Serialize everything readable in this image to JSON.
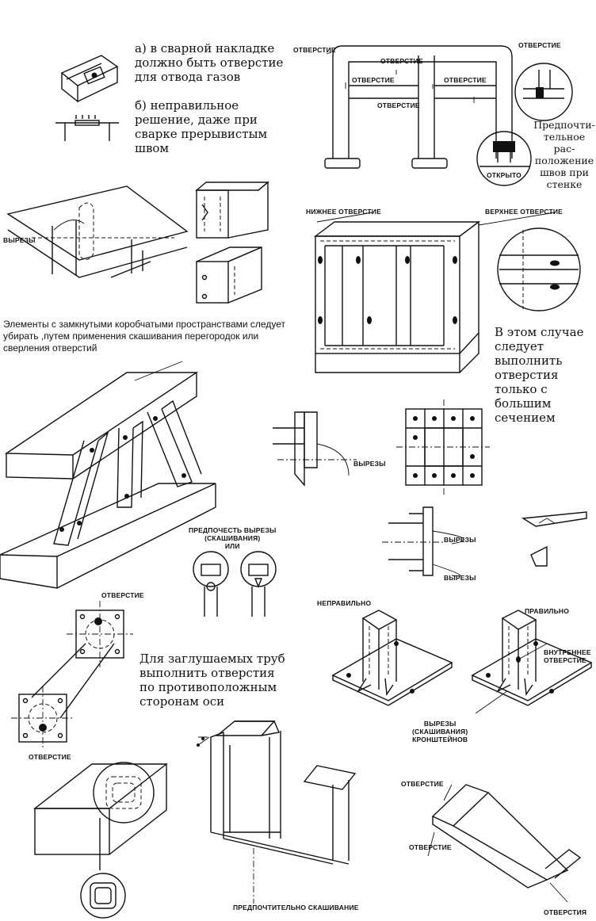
{
  "texts": {
    "a_note": "а) в сварной накладке\nдолжно быть отверстие\nдля отвода газов",
    "b_note": "б) неправильное\nрешение, даже при\nсварке прерывистым\nшвом",
    "otv_top_left": "ОТВЕРСТИЕ",
    "otv_top_right": "ОТВЕРСТИЕ",
    "otv_frame_1": "ОТВЕРСТИЕ",
    "otv_frame_2": "ОТВЕРСТИЕ",
    "otv_frame_3": "ОТВЕРСТИЕ",
    "otv_frame_4": "ОТВЕРСТИЕ",
    "otkryto": "ОТКРЫТО",
    "pref_weld": "Предпочти-\nтельное рас-\nположение\nшвов при\nстенке",
    "vyrezy_1": "ВЫРЕЗЫ",
    "lower_hole": "НИЖНЕЕ ОТВЕРСТИЕ",
    "upper_hole": "ВЕРХНЕЕ ОТВЕРСТИЕ",
    "box_note": "Элементы с замкнутыми коробчатыми пространствами следует\nубирать ,путем применения скашивания перегородок или\nсверления отверстий",
    "large_section": "В этом случае\nследует выполнить\nотверстия только с\nбольшим сечением",
    "vyrezy_2": "ВЫРЕЗЫ",
    "vyrezy_3": "ВЫРЕЗЫ",
    "vyrezy_4": "ВЫРЕЗЫ",
    "pref_cuts": "ПРЕДПОЧЕСТЬ ВЫРЕЗЫ\n(СКАШИВАНИЯ)\nИЛИ",
    "otv_flange_top": "ОТВЕРСТИЕ",
    "otv_flange_bottom": "ОТВЕРСТИЕ",
    "pipes_note": "Для заглушаемых труб\nвыполнить отверстия\nпо противоположным\nсторонам оси",
    "wrong": "НЕПРАВИЛЬНО",
    "right": "ПРАВИЛЬНО",
    "inner_hole": "ВНУТРЕННЕЕ\nОТВЕРСТИЕ",
    "bracket_cuts": "ВЫРЕЗЫ\n(СКАШИВАНИЯ)\nКРОНШТЕЙНОВ",
    "otv_bottom_1": "ОТВЕРСТИЕ",
    "otv_bottom_2": "ОТВЕРСТИЕ",
    "otv_bottom_3": "ОТВЕРСТИЯ",
    "pref_bevel": "ПРЕДПОЧТИТЕЛЬНО СКАШИВАНИЕ"
  }
}
